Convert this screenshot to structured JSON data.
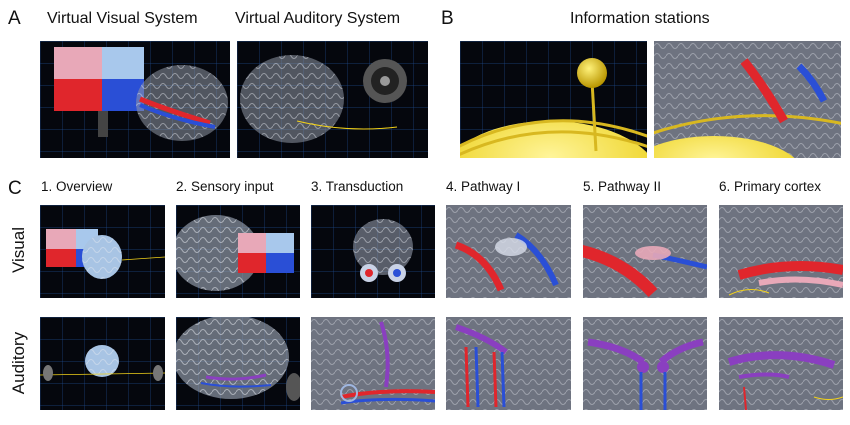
{
  "panels": {
    "a": {
      "letter": "A",
      "titles": [
        "Virtual Visual System",
        "Virtual Auditory System"
      ]
    },
    "b": {
      "letter": "B",
      "title": "Information stations"
    },
    "c": {
      "letter": "C",
      "columns": [
        "1. Overview",
        "2. Sensory input",
        "3. Transduction",
        "4. Pathway I",
        "5. Pathway II",
        "6. Primary cortex"
      ],
      "rows": [
        "Visual",
        "Auditory"
      ]
    }
  },
  "colors": {
    "background": "#05070d",
    "grid": "#1e4a8a",
    "brain": "#c7ccd6",
    "visual_red": "#e0262c",
    "visual_blue": "#2a4fd6",
    "auditory_purple": "#8a3fc0",
    "station_yellow": "#f2d21a"
  }
}
